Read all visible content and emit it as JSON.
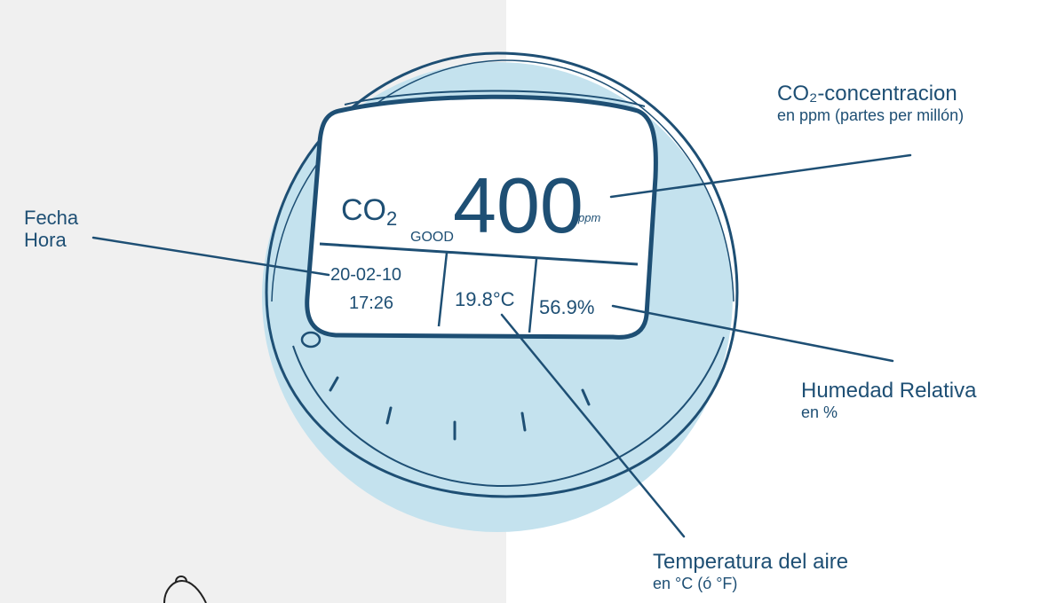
{
  "display": {
    "co2_label": "CO",
    "co2_subscript": "2",
    "status": "GOOD",
    "value": "400",
    "unit": "ppm",
    "date": "20-02-10",
    "time": "17:26",
    "temperature": "19.8°C",
    "humidity": "56.9%"
  },
  "callouts": {
    "datetime": {
      "line1": "Fecha",
      "line2": "Hora"
    },
    "co2": {
      "title": "CO₂-concentracion",
      "sub": "en ppm (partes per millón)"
    },
    "humidity": {
      "title": "Humedad Relativa",
      "sub": "en %"
    },
    "temperature": {
      "title": "Temperatura del aire",
      "sub": "en °C (ó °F)"
    }
  },
  "colors": {
    "ink": "#1e4f74",
    "device_fill": "#c4e2ee",
    "screen_fill": "#ffffff",
    "left_bg": "#f0f0f0"
  }
}
